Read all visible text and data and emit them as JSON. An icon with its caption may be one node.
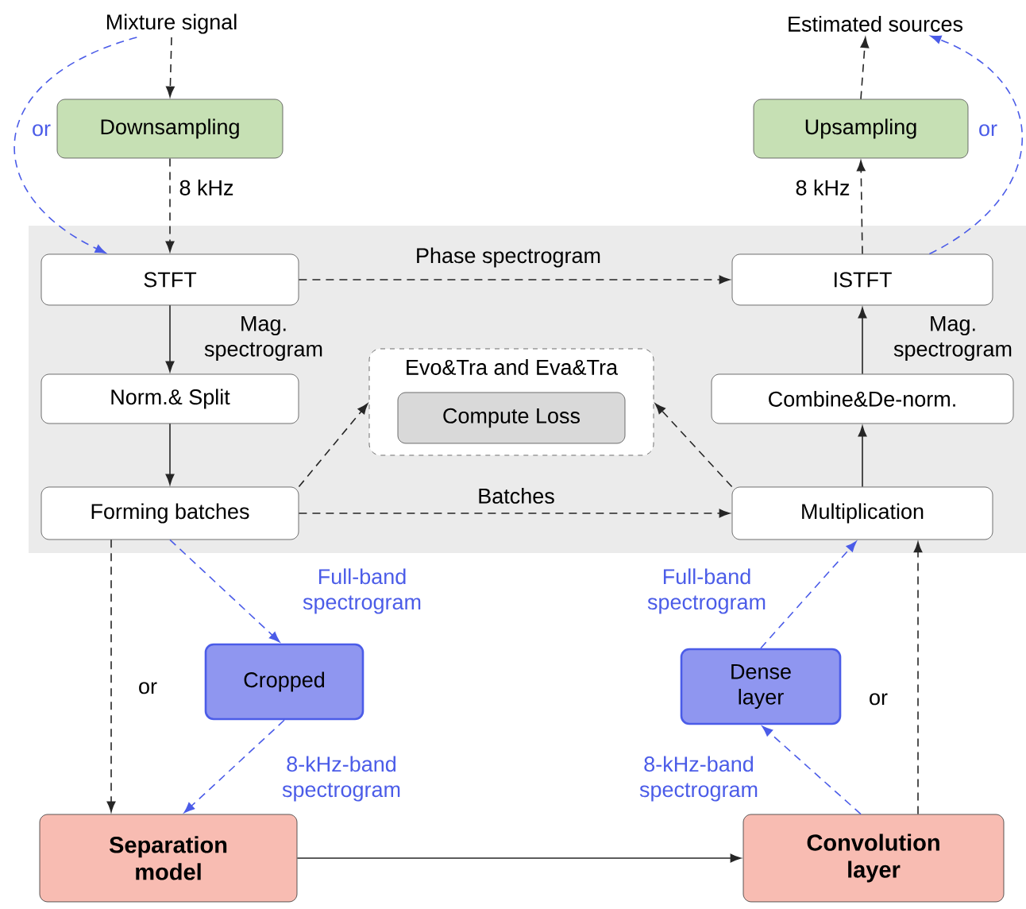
{
  "diagram": {
    "nodes": [
      {
        "text": [
          "Mixture signal"
        ]
      },
      {
        "text": [
          "Estimated sources"
        ]
      },
      {
        "text": [
          "Downsampling"
        ]
      },
      {
        "text": [
          "Upsampling"
        ]
      },
      {
        "text": [
          "STFT"
        ]
      },
      {
        "text": [
          "ISTFT"
        ]
      },
      {
        "text": [
          "Evo&Tra and Eva&Tra"
        ]
      },
      {
        "text": [
          "Compute Loss"
        ],
        "in": 6
      },
      {
        "text": [
          "Norm.& Split"
        ]
      },
      {
        "text": [
          "Combine&De-norm."
        ]
      },
      {
        "text": [
          "Forming batches"
        ]
      },
      {
        "text": [
          "Multiplication"
        ]
      },
      {
        "text": [
          "Cropped"
        ]
      },
      {
        "text": [
          "Dense layer"
        ]
      },
      {
        "text": [
          "Separation model"
        ]
      },
      {
        "text": [
          "Convolution layer"
        ]
      }
    ],
    "edges": [
      {
        "from": 0,
        "to": 2,
        "arrow": "to",
        "style": "dashed"
      },
      {
        "from": 0,
        "to": 4,
        "arrow": "to",
        "style": "dashed",
        "color": "#4b5ce8",
        "label": "or"
      },
      {
        "from": 2,
        "to": 4,
        "arrow": "to",
        "style": "dashed",
        "label": "8 kHz"
      },
      {
        "from": 4,
        "to": 5,
        "arrow": "to",
        "style": "dashed",
        "label": "Phase spectrogram"
      },
      {
        "from": 4,
        "to": 8,
        "arrow": "to",
        "label": "Mag. spectrogram"
      },
      {
        "from": 8,
        "to": 10,
        "arrow": "to"
      },
      {
        "from": 10,
        "to": 6,
        "arrow": "to",
        "style": "dashed"
      },
      {
        "from": 10,
        "to": 11,
        "arrow": "to",
        "style": "dashed",
        "label": "Batches"
      },
      {
        "from": 11,
        "to": 6,
        "arrow": "to",
        "style": "dashed"
      },
      {
        "from": 11,
        "to": 9,
        "arrow": "to"
      },
      {
        "from": 9,
        "to": 5,
        "arrow": "to",
        "label": "Mag. spectrogram"
      },
      {
        "from": 5,
        "to": 3,
        "arrow": "to",
        "style": "dashed",
        "label": "8 kHz"
      },
      {
        "from": 3,
        "to": 1,
        "arrow": "to",
        "style": "dashed"
      },
      {
        "from": 5,
        "to": 1,
        "arrow": "to",
        "style": "dashed",
        "color": "#4b5ce8",
        "label": "or"
      },
      {
        "from": 10,
        "to": 12,
        "arrow": "to",
        "style": "dashed",
        "color": "#4b5ce8",
        "label": "Full-band spectrogram"
      },
      {
        "from": 12,
        "to": 14,
        "arrow": "to",
        "style": "dashed",
        "color": "#4b5ce8",
        "label": "8-kHz-band spectrogram"
      },
      {
        "from": 10,
        "to": 14,
        "arrow": "to",
        "style": "dashed",
        "label": "or"
      },
      {
        "from": 14,
        "to": 15,
        "arrow": "to"
      },
      {
        "from": 15,
        "to": 13,
        "arrow": "to",
        "style": "dashed",
        "color": "#4b5ce8",
        "label": "8-kHz-band spectrogram"
      },
      {
        "from": 13,
        "to": 11,
        "arrow": "to",
        "style": "dashed",
        "color": "#4b5ce8",
        "label": "Full-band spectrogram"
      },
      {
        "from": 15,
        "to": 11,
        "arrow": "to",
        "style": "dashed",
        "label": "or"
      }
    ]
  }
}
